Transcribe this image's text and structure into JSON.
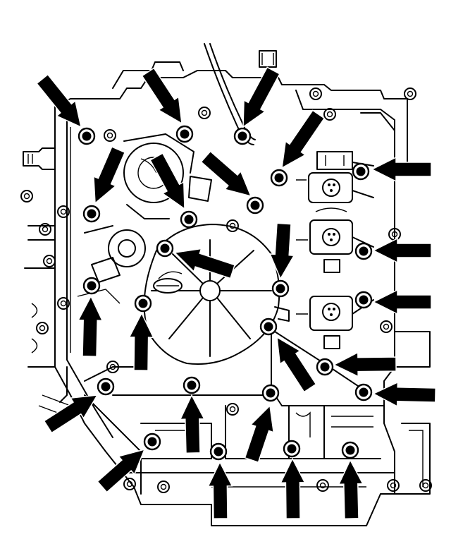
{
  "diagram": {
    "subject": "valve-body",
    "colors": {
      "ink": "#000000",
      "paper": "#ffffff"
    },
    "bolt_count": 24,
    "arrow_count": 24
  }
}
